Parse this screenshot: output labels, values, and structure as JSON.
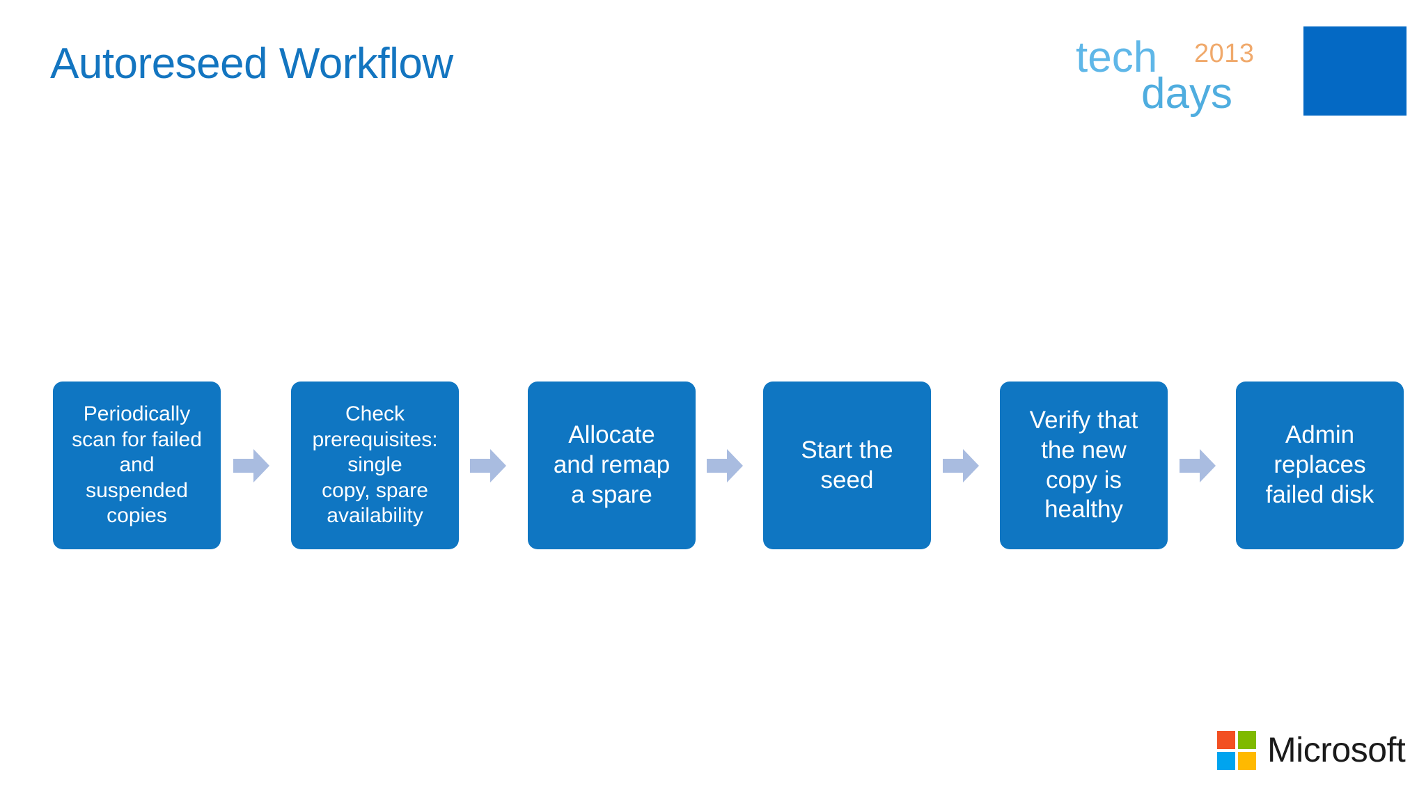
{
  "slide": {
    "title": "Autoreseed Workflow",
    "background_color": "#FFFFFF",
    "title_color": "#1375C0"
  },
  "brand_logo": {
    "name": "techdays-logo",
    "word_top": "tech",
    "year": "2013",
    "word_bottom": "days",
    "word_color": "#5FB7E8",
    "year_color": "#F0A96B",
    "square_color": "#0469C4"
  },
  "flow": {
    "box_color": "#0F76C2",
    "box_text_color": "#FFFFFF",
    "arrow_color": "#A9BCE0",
    "arrow_icon": "right-block-arrow-icon",
    "steps": [
      {
        "index": 1,
        "label": "Periodically\nscan for failed\nand\nsuspended\ncopies",
        "size": "small"
      },
      {
        "index": 2,
        "label": "Check\nprerequisites:\nsingle\ncopy, spare\navailability",
        "size": "small"
      },
      {
        "index": 3,
        "label": "Allocate\nand remap\na spare",
        "size": "large"
      },
      {
        "index": 4,
        "label": "Start the\nseed",
        "size": "large"
      },
      {
        "index": 5,
        "label": "Verify that\nthe new\ncopy is\nhealthy",
        "size": "large"
      },
      {
        "index": 6,
        "label": "Admin\nreplaces\nfailed disk",
        "size": "large"
      }
    ]
  },
  "corporate_logo": {
    "name": "microsoft-logo",
    "wordmark": "Microsoft",
    "tiles": [
      {
        "name": "tile-top-left",
        "color": "#F25022"
      },
      {
        "name": "tile-top-right",
        "color": "#7FBA00"
      },
      {
        "name": "tile-bottom-left",
        "color": "#00A4EF"
      },
      {
        "name": "tile-bottom-right",
        "color": "#FFB900"
      }
    ]
  }
}
